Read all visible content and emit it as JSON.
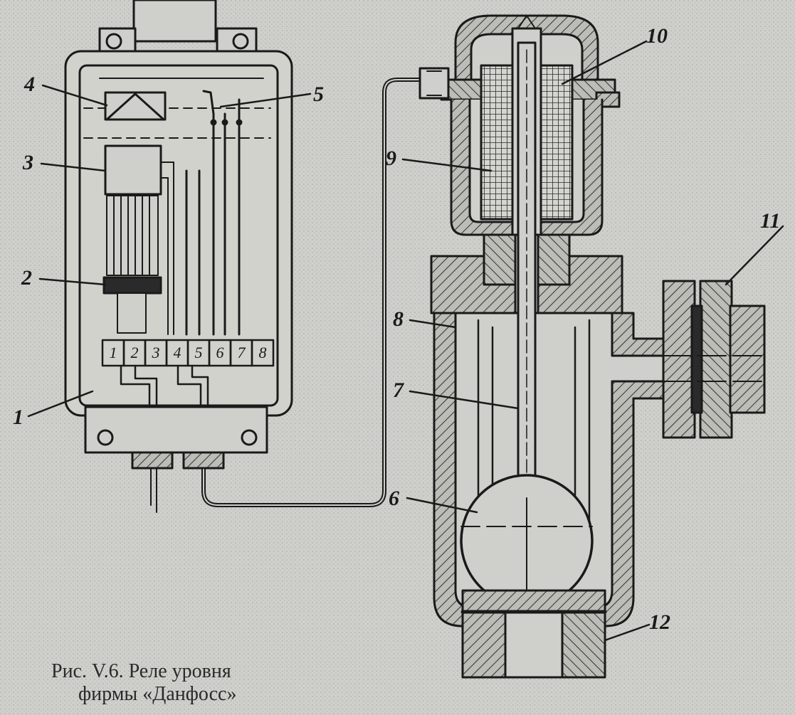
{
  "callouts": {
    "c1": "1",
    "c2": "2",
    "c3": "3",
    "c4": "4",
    "c5": "5",
    "c6": "6",
    "c7": "7",
    "c8": "8",
    "c9": "9",
    "c10": "10",
    "c11": "11",
    "c12": "12"
  },
  "terminals": [
    "1",
    "2",
    "3",
    "4",
    "5",
    "6",
    "7",
    "8"
  ],
  "caption": {
    "line1": "Рис. V.6. Реле уровня",
    "line2": "фирмы «Данфосс»"
  },
  "colors": {
    "paper": "#cfcfcb",
    "ink": "#1a1a1a",
    "hatch": "#3a3a3a"
  }
}
